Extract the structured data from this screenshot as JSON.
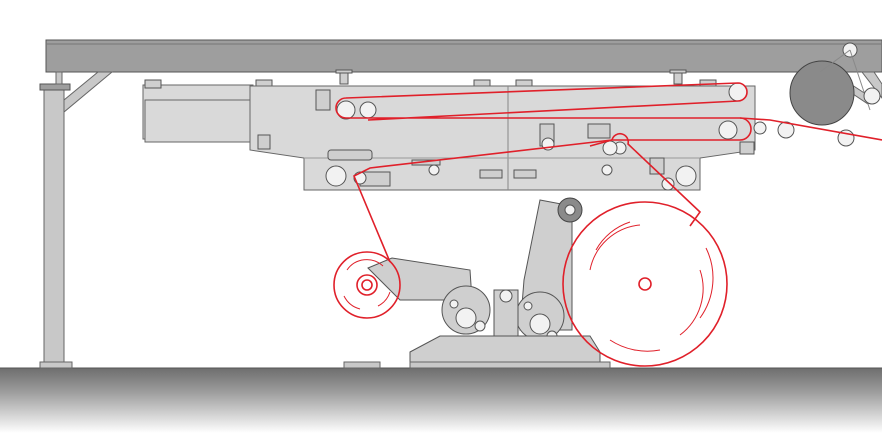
{
  "diagram": {
    "type": "machine-schematic",
    "colors": {
      "web_path": "#e0202a",
      "frame": "#9e9e9e",
      "housing": "#d9d9d9",
      "floor": "#6e6e6e",
      "background": "#ffffff"
    },
    "components": {
      "overhead_beam": "overhead-beam",
      "support_column": "support-column",
      "machine_housing": "machine-housing",
      "unwind_roll": "unwind-roll",
      "rewind_roll": "rewind-roll",
      "winder_arm_left": "winder-arm",
      "winder_arm_right": "winder-arm",
      "dark_drum": "dark-drum",
      "floor": "floor"
    }
  }
}
